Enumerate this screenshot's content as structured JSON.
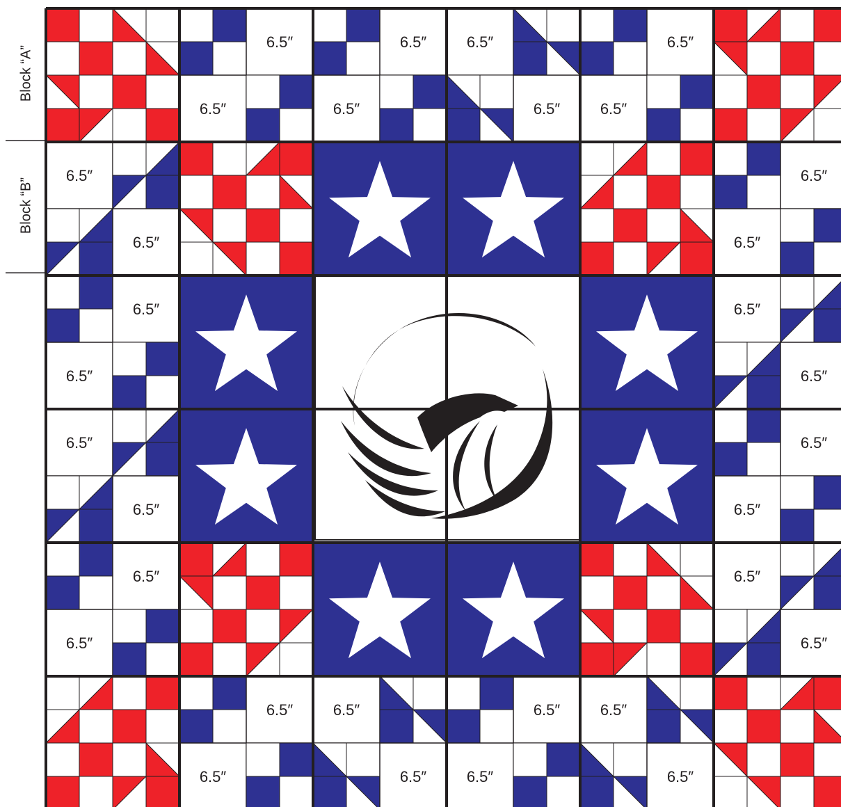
{
  "labels": {
    "block_a": "Block “A”",
    "block_b": "Block “B”",
    "size": "6.5″"
  },
  "colors": {
    "red": "#ee2229",
    "blue": "#2e3192",
    "white": "#ffffff",
    "outline": "#231f20"
  },
  "icons": {
    "star": "star-icon",
    "center": "eagle-emblem"
  }
}
